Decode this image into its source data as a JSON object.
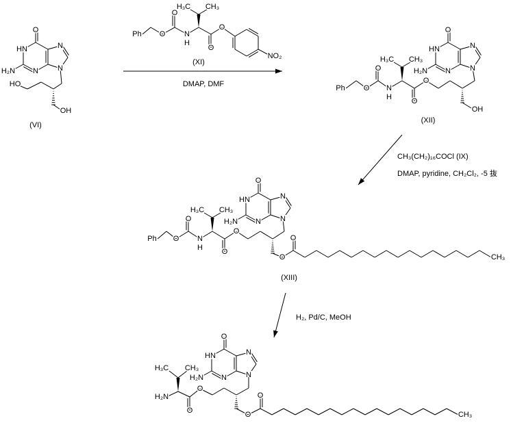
{
  "atom_labels": {
    "O": "O",
    "N": "N",
    "HN": "HN",
    "H2N": "H₂N",
    "OH": "OH",
    "HO": "HO",
    "Ph": "Ph",
    "H3C": "H₃C",
    "CH3": "CH₃",
    "NO2": "NO₂",
    "H": "H"
  },
  "compounds": {
    "vi": "(VI)",
    "xi": "(XI)",
    "xii": "(XII)",
    "xiii": "(XIII)"
  },
  "steps": [
    {
      "reagent": "(XI)",
      "conditions": "DMAP, DMF"
    },
    {
      "reagent": "CH₃(CH₂)₁₆COCl   (IX)",
      "conditions": "DMAP, pyridine, CH₂Cl₂, -5 抜"
    },
    {
      "reagent": "",
      "conditions": "H₂, Pd/C, MeOH"
    }
  ]
}
